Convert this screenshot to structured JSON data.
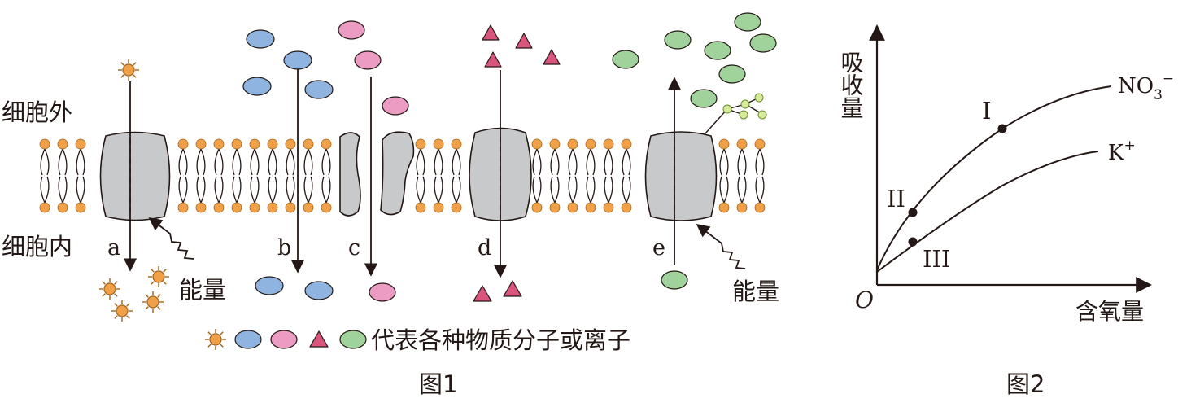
{
  "figure1": {
    "caption": "图1",
    "outside_label": "细胞外",
    "inside_label": "细胞内",
    "energy_label_a": "能量",
    "energy_label_e": "能量",
    "path_labels": [
      "a",
      "b",
      "c",
      "d",
      "e"
    ],
    "legend_text": "代表各种物质分子或离子",
    "colors": {
      "orange": "#f0a148",
      "blue": "#8fb4e0",
      "pink": "#ec9bc2",
      "red": "#d9557e",
      "green": "#9fd39b",
      "protein": "#c8c9ca"
    }
  },
  "figure2": {
    "caption": "图2",
    "y_axis_label": "吸收量",
    "x_axis_label": "含氧量",
    "origin_label": "O",
    "series": [
      {
        "name": "NO₃⁻",
        "name_base": "NO",
        "name_sub": "3",
        "name_sup": "−"
      },
      {
        "name": "K⁺",
        "name_base": "K",
        "name_sup": "+"
      }
    ],
    "points": [
      {
        "label": "I",
        "series": "NO₃⁻"
      },
      {
        "label": "II",
        "series": "NO₃⁻"
      },
      {
        "label": "III",
        "series": "K⁺"
      }
    ]
  }
}
